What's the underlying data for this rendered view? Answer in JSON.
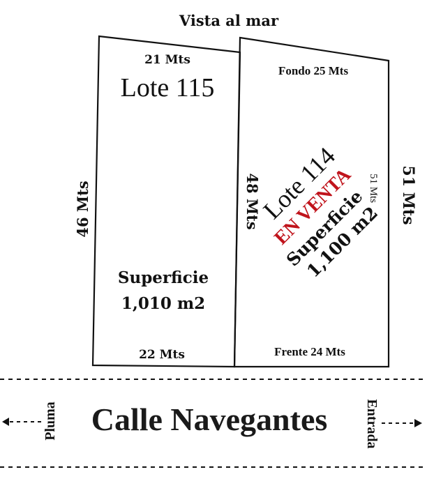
{
  "header": {
    "top_label": "Vista al mar"
  },
  "lote115": {
    "top_dimension": "21 Mts",
    "title": "Lote 115",
    "left_dimension": "46 Mts",
    "area_label": "Superficie",
    "area_value": "1,010 m2",
    "bottom_dimension": "22 Mts"
  },
  "lote114": {
    "top_dimension": "Fondo 25 Mts",
    "title": "Lote 114",
    "status": "EN VENTA",
    "area_label": "Superficie",
    "area_value": "1,100 m2",
    "left_dimension": "48 Mts",
    "inner_right_dimension": "51 Mts",
    "outer_right_dimension": "51 Mts",
    "bottom_dimension": "Frente 24 Mts"
  },
  "street": {
    "name": "Calle Navegantes",
    "left_label": "Pluma",
    "right_label": "Entrada"
  },
  "colors": {
    "ink": "#111111",
    "status": "#c0141c",
    "background": "#ffffff"
  }
}
